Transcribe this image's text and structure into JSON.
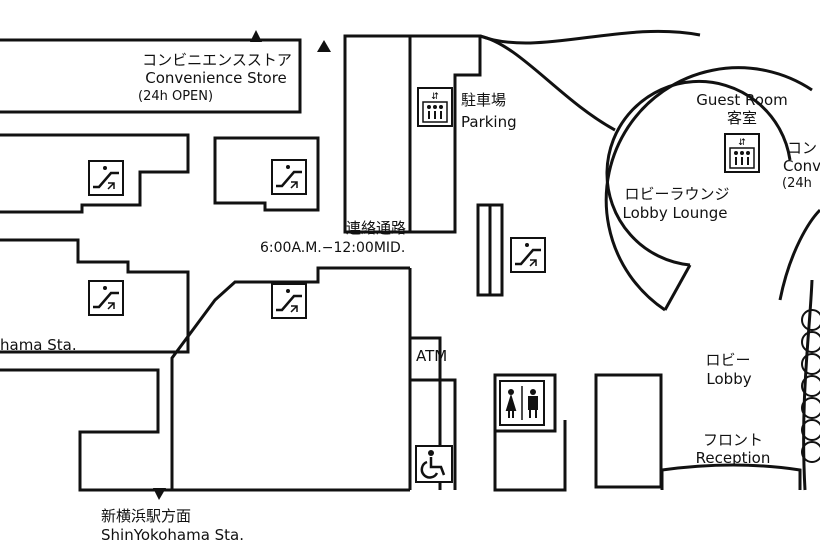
{
  "colors": {
    "line": "#111111",
    "background": "#ffffff"
  },
  "labels": {
    "convenience_store_jp": "コンビニエンスストア",
    "convenience_store_en": "Convenience Store",
    "convenience_store_hours": "(24h OPEN)",
    "parking_jp": "駐車場",
    "parking_en": "Parking",
    "guest_room_en": "Guest Room",
    "guest_room_jp": "客室",
    "lobby_lounge_jp": "ロビーラウンジ",
    "lobby_lounge_en": "Lobby Lounge",
    "passage_jp": "連絡通路",
    "passage_hours": "6:00A.M.−12:00MID.",
    "shinyokohama_partial": "hama Sta.",
    "atm": "ATM",
    "lobby_jp": "ロビー",
    "lobby_en": "Lobby",
    "front_jp": "フロント",
    "front_en": "Reception",
    "station_dir_jp": "新横浜駅方面",
    "station_dir_en": "ShinYokohama Sta.",
    "conv2_jp_partial": "コン",
    "conv2_en_partial": "Conv",
    "conv2_hours_partial": "(24h"
  },
  "icons": {
    "elevator": "elevator-icon",
    "escalator_down": "escalator-down-icon",
    "escalator_up": "escalator-up-icon",
    "restroom": "restroom-icon",
    "wheelchair": "wheelchair-icon",
    "arrow_up": "arrow-up-icon",
    "arrow_down": "arrow-down-icon"
  }
}
